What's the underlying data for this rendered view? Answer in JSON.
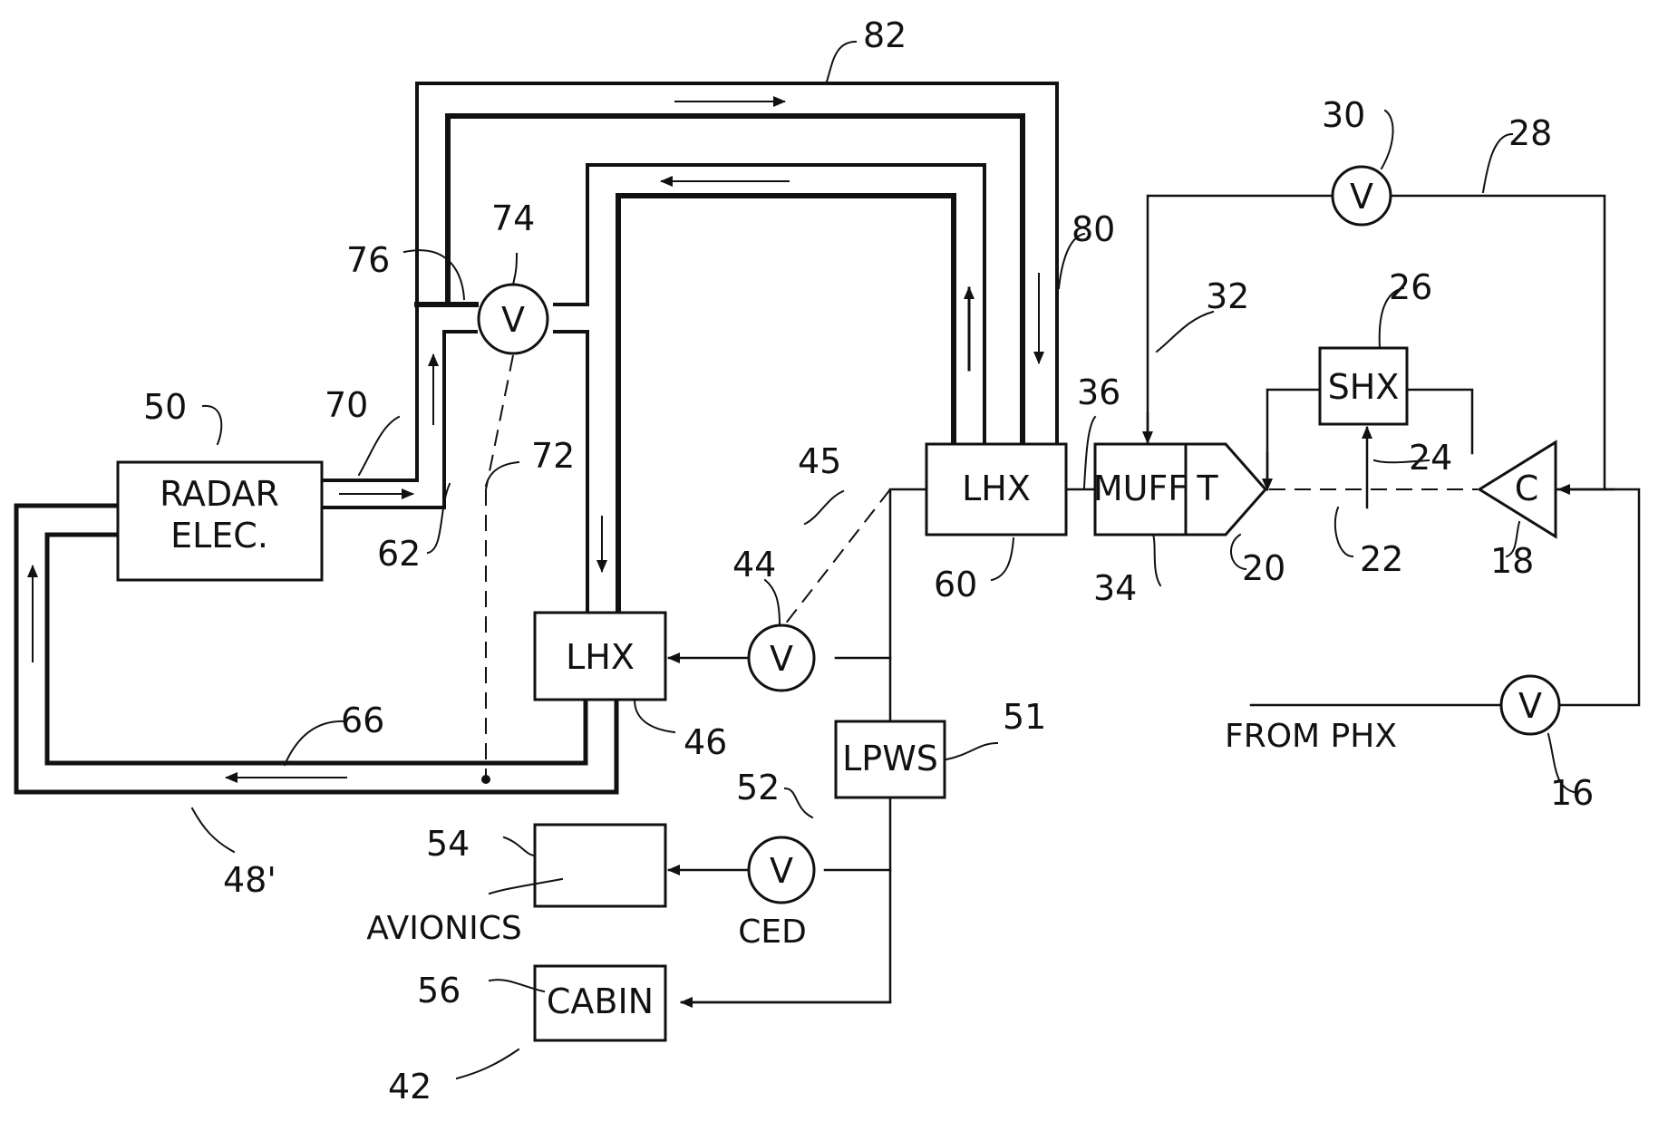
{
  "components": {
    "radar_elec": {
      "line1": "RADAR",
      "line2": "ELEC."
    },
    "lhx_upper": "LHX",
    "lhx_lower": "LHX",
    "lpws": "LPWS",
    "cabin": "CABIN",
    "shx": "SHX",
    "muff": "MUFF",
    "turbine": "T",
    "compressor": "C",
    "valve_symbol": "V"
  },
  "text_labels": {
    "avionics": "AVIONICS",
    "ced": "CED",
    "from_phx": "FROM PHX"
  },
  "reference_numerals": {
    "n82": "82",
    "n80": "80",
    "n74": "74",
    "n76": "76",
    "n70": "70",
    "n72": "72",
    "n50": "50",
    "n62": "62",
    "n45": "45",
    "n44": "44",
    "n46": "46",
    "n66": "66",
    "n48": "48'",
    "n54": "54",
    "n52": "52",
    "n51": "51",
    "n56": "56",
    "n42": "42",
    "n60": "60",
    "n36": "36",
    "n34": "34",
    "n20": "20",
    "n22": "22",
    "n24": "24",
    "n26": "26",
    "n32": "32",
    "n30": "30",
    "n28": "28",
    "n18": "18",
    "n16": "16"
  }
}
